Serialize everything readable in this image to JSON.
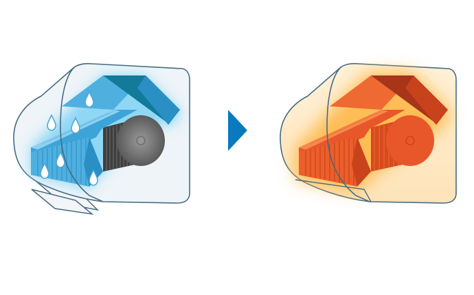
{
  "illustration": {
    "left_unit": {
      "state": "cooling-with-condensation",
      "colors": {
        "fin_light": "#8fd0f0",
        "fin_mid": "#4fb0e0",
        "fin_dark": "#2a8fc4",
        "fin_top_shadow": "#137a9a",
        "glow": "#7fd2f5",
        "droplet": "#ffffff",
        "droplet_stroke": "#4fa6d6"
      }
    },
    "arrow": {
      "direction": "right",
      "color": "#0a7abf"
    },
    "right_unit": {
      "state": "heated-dry",
      "colors": {
        "fin_light": "#f47a3c",
        "fin_mid": "#e8572a",
        "fin_dark": "#c8421c",
        "fin_top_shadow": "#a8341a",
        "glow": "#ffb84a"
      }
    },
    "casing": {
      "outline": "#466a80",
      "fill_tint": "#eaf2f7",
      "fan_gray_light": "#8a8a8a",
      "fan_gray_dark": "#4a4a4a"
    }
  }
}
